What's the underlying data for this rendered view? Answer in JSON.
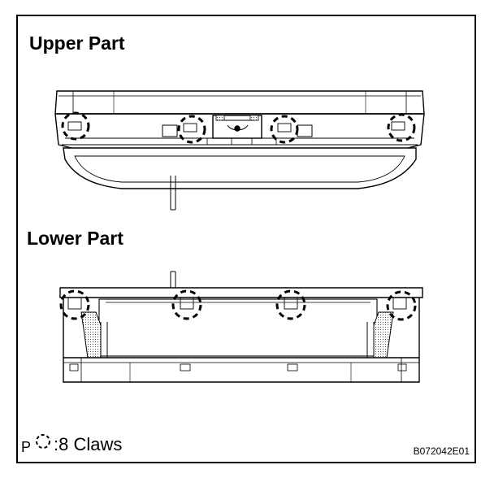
{
  "diagram": {
    "upper_title": "Upper Part",
    "lower_title": "Lower Part",
    "legend": {
      "prefix": "P",
      "colon": ":",
      "label": "8 Claws"
    },
    "code": "B072042E01",
    "colors": {
      "ink": "#000000",
      "background": "#ffffff",
      "hatch": "#555555"
    }
  }
}
